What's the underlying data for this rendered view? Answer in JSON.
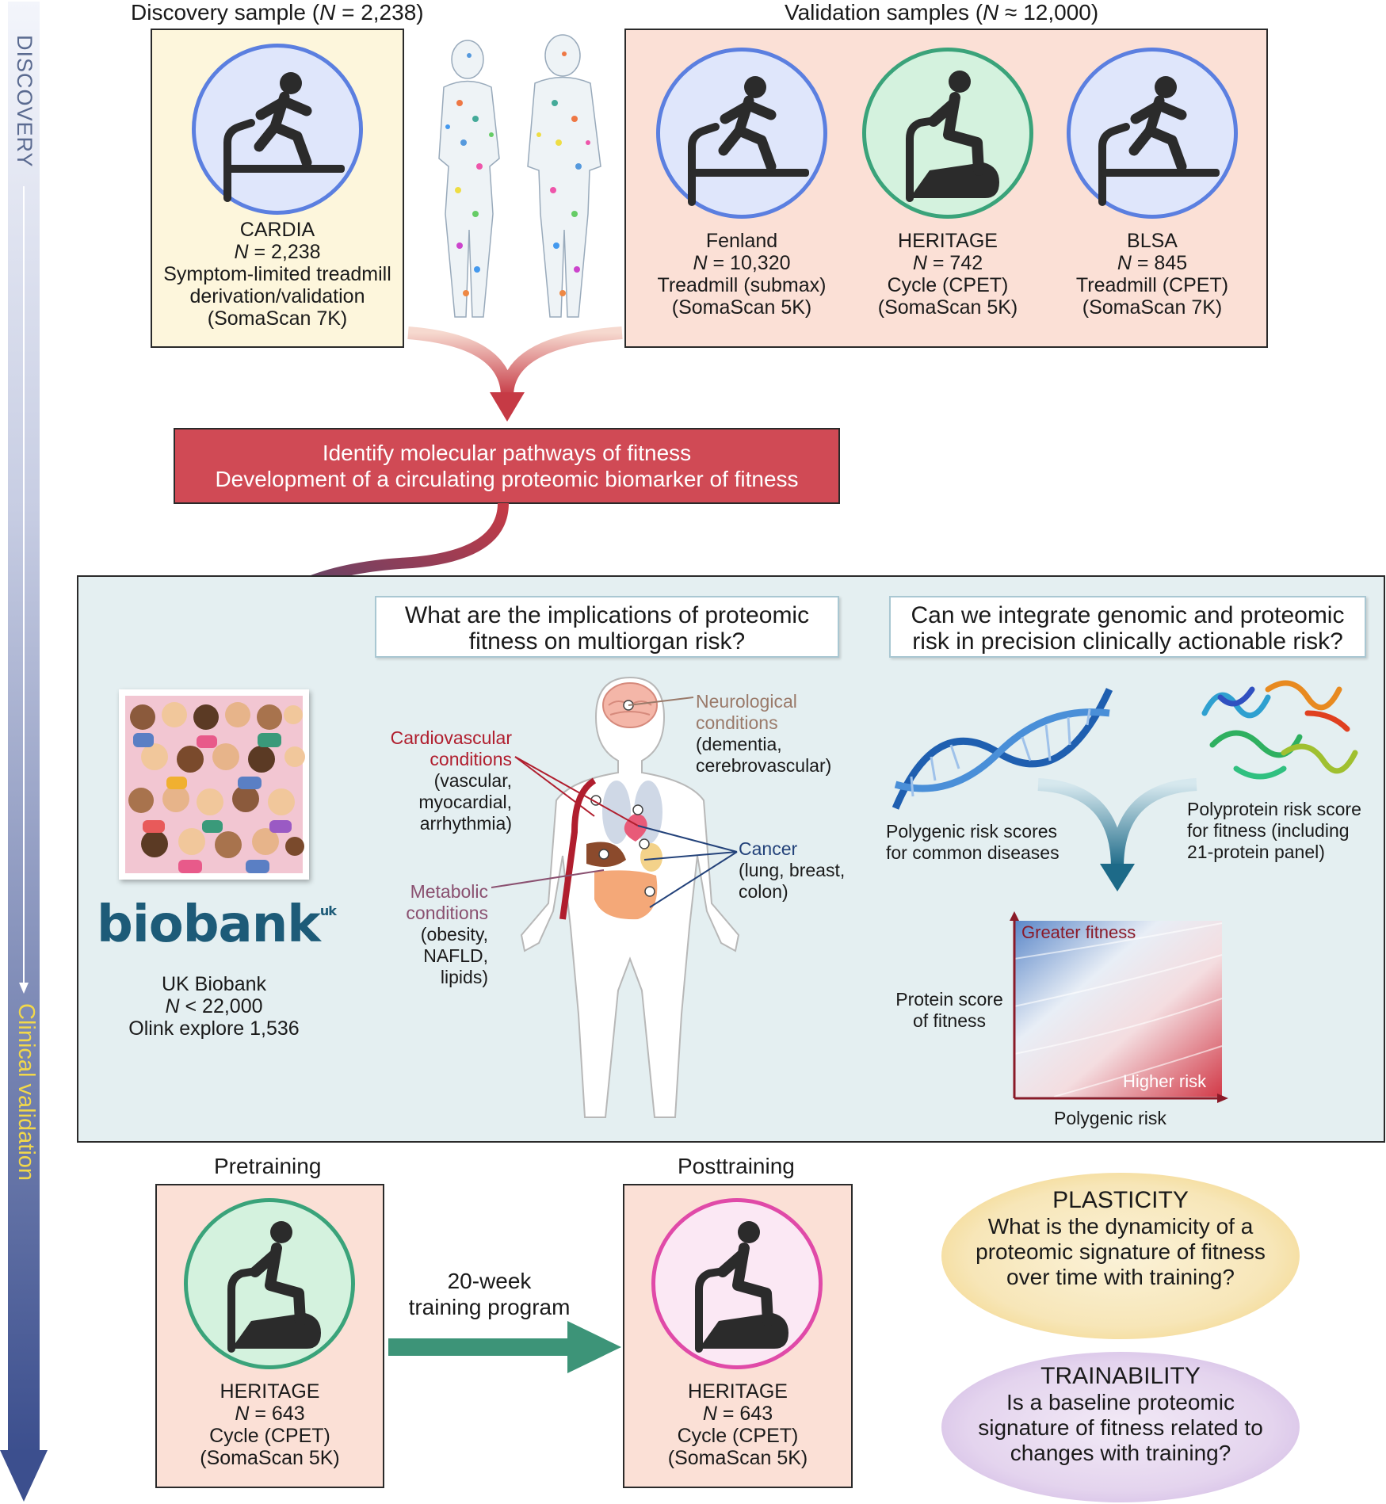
{
  "sidebar": {
    "discovery_label": "DISCOVERY",
    "clinical_label": "Clinical validation"
  },
  "discovery": {
    "heading_pre": "Discovery sample (",
    "heading_n": "N",
    "heading_post": " = 2,238)",
    "study": "CARDIA",
    "n_label": "N",
    "n_value": " = 2,238",
    "line3": "Symptom-limited treadmill",
    "line4": "derivation/validation",
    "line5": "(SomaScan 7K)"
  },
  "validation": {
    "heading_pre": "Validation samples (",
    "heading_n": "N",
    "heading_post": " ≈ 12,000)",
    "cohorts": [
      {
        "name": "Fenland",
        "n_label": "N",
        "n_value": " = 10,320",
        "test": "Treadmill (submax)",
        "assay": "(SomaScan 5K)"
      },
      {
        "name": "HERITAGE",
        "n_label": "N",
        "n_value": " = 742",
        "test": "Cycle (CPET)",
        "assay": "(SomaScan 5K)"
      },
      {
        "name": "BLSA",
        "n_label": "N",
        "n_value": " = 845",
        "test": "Treadmill (CPET)",
        "assay": "(SomaScan 7K)"
      }
    ]
  },
  "objective": {
    "line1": "Identify molecular pathways of fitness",
    "line2": "Development of a circulating proteomic biomarker of fitness"
  },
  "clinical": {
    "q1": {
      "line1": "What are the implications of proteomic",
      "line2": "fitness on multiorgan risk?"
    },
    "q2": {
      "line1": "Can we integrate genomic and proteomic",
      "line2": "risk in precision clinically actionable risk?"
    },
    "biobank_logo": "biobank",
    "biobank_logo_sup": "uk",
    "biobank": {
      "name": "UK Biobank",
      "n_label": "N",
      "n_value": " < 22,000",
      "assay": "Olink explore 1,536"
    },
    "organs": {
      "neuro_title": [
        "Neurological",
        "conditions"
      ],
      "neuro_detail": [
        "(dementia,",
        "cerebrovascular)"
      ],
      "cardio_title": [
        "Cardiovascular",
        "conditions"
      ],
      "cardio_detail": [
        "(vascular,",
        "myocardial,",
        "arrhythmia)"
      ],
      "cancer_title": "Cancer",
      "cancer_detail": [
        "(lung, breast,",
        "colon)"
      ],
      "metabolic_title": [
        "Metabolic",
        "conditions"
      ],
      "metabolic_detail": [
        "(obesity,",
        "NAFLD,",
        "lipids)"
      ]
    },
    "prs_label": [
      "Polygenic risk scores",
      "for common diseases"
    ],
    "protein_label": [
      "Polyprotein risk score",
      "for fitness (including",
      "21-protein panel)"
    ],
    "heatmap": {
      "top_label": "Greater fitness",
      "bottom_label": "Higher risk",
      "y_label": [
        "Protein score",
        "of fitness"
      ],
      "x_label": "Polygenic risk"
    }
  },
  "training": {
    "pre_heading": "Pretraining",
    "post_heading": "Posttraining",
    "program": [
      "20-week",
      "training program"
    ],
    "pre": {
      "study": "HERITAGE",
      "n_label": "N",
      "n_value": " = 643",
      "test": "Cycle (CPET)",
      "assay": "(SomaScan 5K)"
    },
    "post": {
      "study": "HERITAGE",
      "n_label": "N",
      "n_value": " = 643",
      "test": "Cycle (CPET)",
      "assay": "(SomaScan 5K)"
    }
  },
  "plasticity": {
    "title": "PLASTICITY",
    "lines": [
      "What is the dynamicity of a",
      "proteomic signature of fitness",
      "over time with training?"
    ]
  },
  "trainability": {
    "title": "TRAINABILITY",
    "lines": [
      "Is a baseline proteomic",
      "signature of fitness related to",
      "changes with training?"
    ]
  },
  "colors": {
    "treadmill_circle": "#dfe6fb",
    "treadmill_ring": "#5b7fe0",
    "cycle_circle": "#d4f2de",
    "cycle_ring": "#3aa37a",
    "post_circle": "#fbe8f4",
    "post_ring": "#e04aa8",
    "objective_box": "#d04a55",
    "clinical_panel": "#e4eff1"
  }
}
